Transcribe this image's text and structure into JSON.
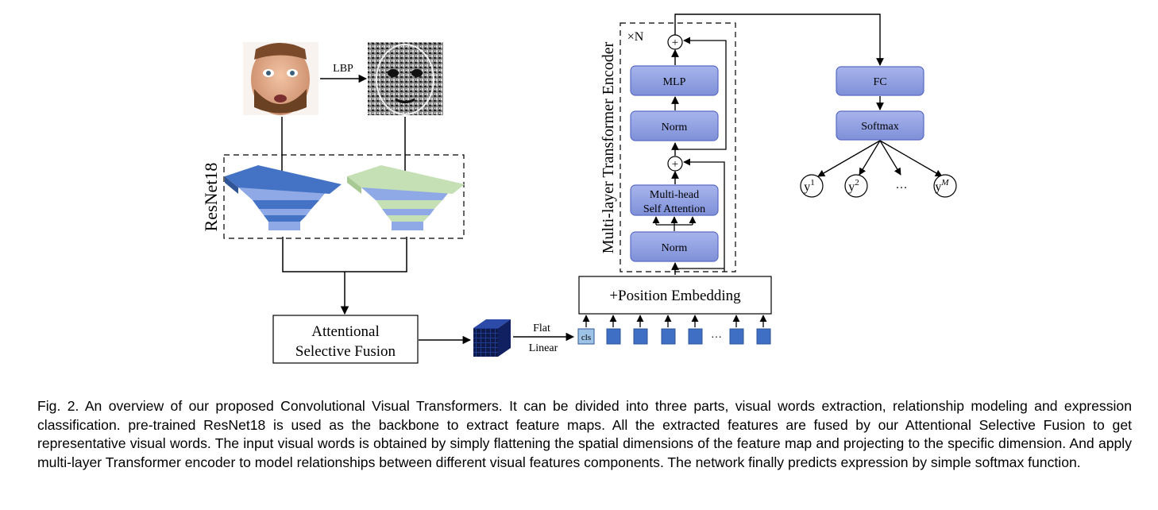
{
  "diagram": {
    "lbp_label": "LBP",
    "backbone_label": "ResNet18",
    "fusion_label_line1": "Attentional",
    "fusion_label_line2": "Selective Fusion",
    "flat_label": "Flat",
    "linear_label": "Linear",
    "cls_label": "cls",
    "token_ellipsis": "···",
    "position_embedding_label": "+Position Embedding",
    "encoder_label": "Multi-layer Transformer Encoder",
    "repeat_label": "×N",
    "mlp_label": "MLP",
    "norm_top_label": "Norm",
    "mhsa_label_line1": "Multi-head",
    "mhsa_label_line2": "Self Attention",
    "norm_bottom_label": "Norm",
    "plus_symbol": "+",
    "fc_label": "FC",
    "softmax_label": "Softmax",
    "outputs": [
      {
        "base": "y",
        "sup": "1"
      },
      {
        "base": "y",
        "sup": "2"
      },
      {
        "base": "y",
        "sup": "M"
      }
    ],
    "output_ellipsis": "···"
  },
  "caption": "Fig. 2. An overview of our proposed Convolutional Visual Transformers. It can be divided into three parts, visual words extraction, relationship modeling and expression classification. pre-trained ResNet18 is used as the backbone to extract feature maps. All the extracted features are fused by our Attentional Selective Fusion to get representative visual words. The input visual words is obtained by simply flattening the spatial dimensions of the feature map and projecting to the specific dimension. And apply multi-layer Transformer encoder to model relationships between different visual features components. The network finally predicts expression by simple softmax function.",
  "colors": {
    "block_fill": "#8f9fe0",
    "block_stroke": "#5a6bc4",
    "token_fill": "#3e6fc4",
    "cls_fill": "#9dc3e6",
    "pyramid_blue": "#4472c4",
    "pyramid_light_blue": "#8fa9e6",
    "pyramid_green": "#c5e0b4"
  }
}
